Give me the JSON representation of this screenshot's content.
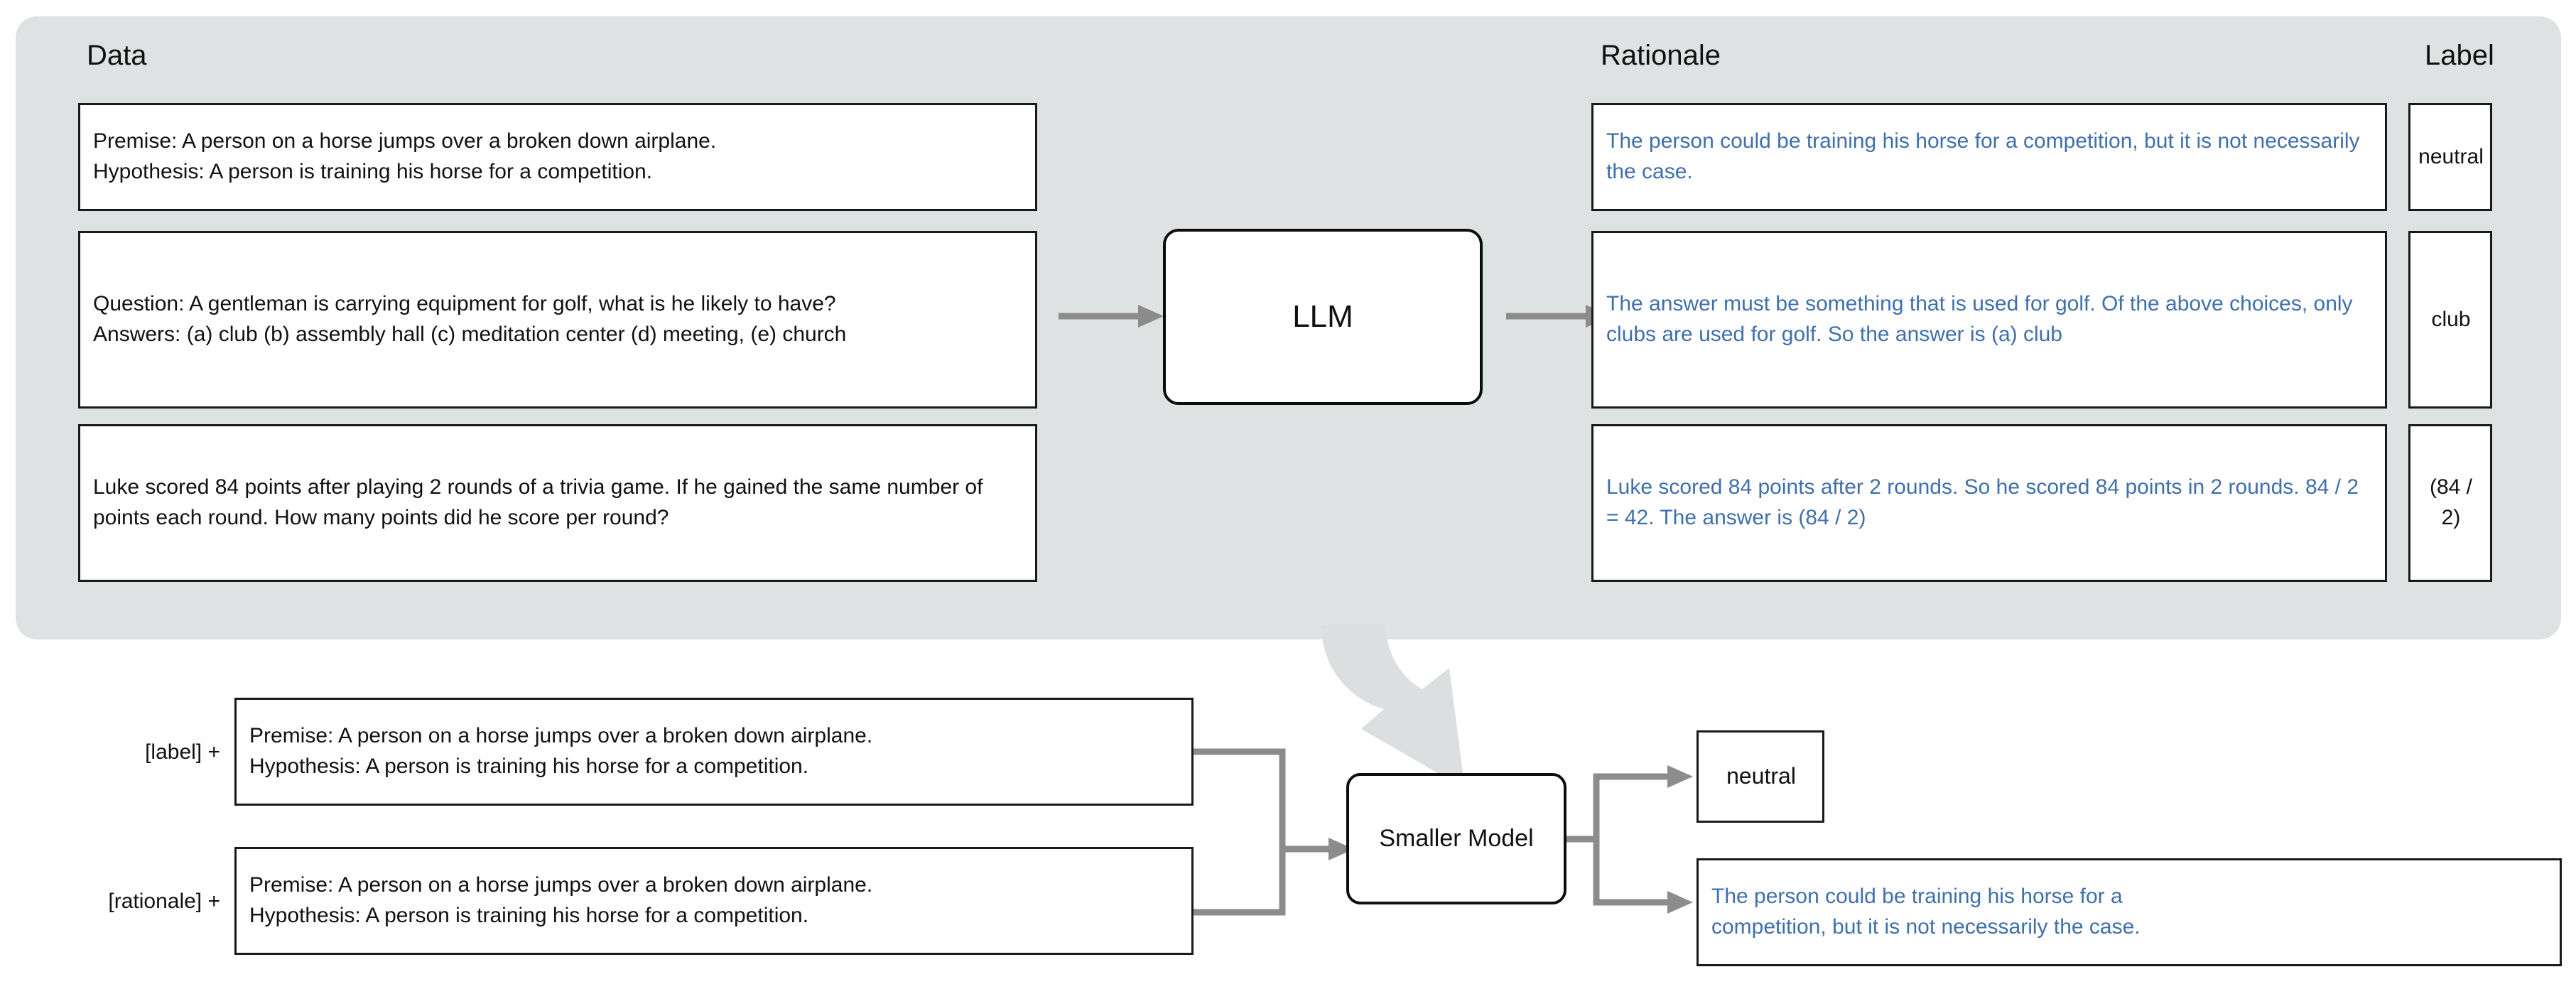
{
  "figure": {
    "top_section": {
      "headings": {
        "data": "Data",
        "rationale": "Rationale",
        "label": "Label"
      },
      "model_label": "LLM",
      "rows": [
        {
          "data_lines": [
            "Premise: A person on a horse jumps over a broken down airplane.",
            "Hypothesis: A person is training his horse for a competition."
          ],
          "rationale": "The person could be training his horse for a competition, but it is not necessarily the case.",
          "label": "neutral"
        },
        {
          "data_lines": [
            "Question: A gentleman is carrying equipment for golf, what is he likely to have?",
            "Answers: (a) club (b) assembly hall (c) meditation center (d) meeting, (e) church"
          ],
          "rationale": "The answer must be something that is used for golf. Of the above choices, only clubs are used for golf. So the answer is (a) club",
          "label": "club"
        },
        {
          "data_lines": [
            "Luke scored 84 points after playing 2 rounds of a trivia game. If he gained the same number of points each round. How many points did he score per round?"
          ],
          "rationale": "Luke scored 84 points after 2 rounds. So he scored 84 points in 2 rounds. 84 / 2 = 42. The answer is (84 / 2)",
          "label": "(84 / 2)"
        }
      ]
    },
    "bottom_section": {
      "model_label": "Smaller Model",
      "inputs": [
        {
          "prefix": "[label] +",
          "lines": [
            "Premise: A person on a horse jumps over a broken down airplane.",
            "Hypothesis: A person is training his horse for a competition."
          ]
        },
        {
          "prefix": "[rationale] +",
          "lines": [
            "Premise: A person on a horse jumps over a broken down airplane.",
            "Hypothesis: A person is training his horse for a competition."
          ]
        }
      ],
      "outputs": [
        {
          "kind": "label",
          "text": "neutral"
        },
        {
          "kind": "rationale",
          "lines": [
            "The person could be training his horse for a",
            "competition, but it is not necessarily the case."
          ]
        }
      ]
    },
    "colors": {
      "panel_background": "#dfe2e2",
      "box_border": "#1a1a1a",
      "rationale_text": "#3f6fac",
      "arrow": "#8c8c8c",
      "big_arrow": "#dcdfdf"
    }
  }
}
